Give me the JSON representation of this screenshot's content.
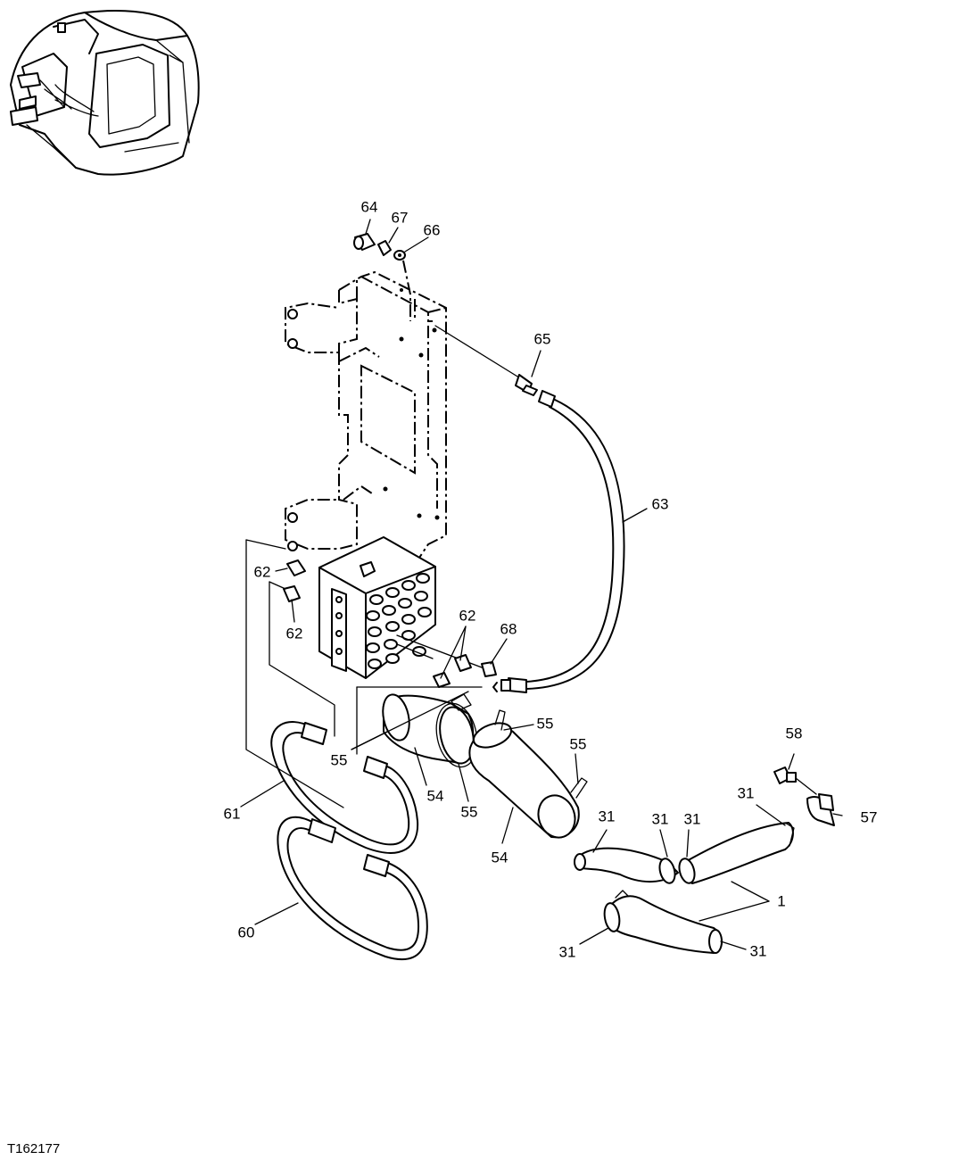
{
  "drawing_code": "T162177",
  "callouts": [
    {
      "id": "c64",
      "text": "64"
    },
    {
      "id": "c67",
      "text": "67"
    },
    {
      "id": "c66",
      "text": "66"
    },
    {
      "id": "c65",
      "text": "65"
    },
    {
      "id": "c63",
      "text": "63"
    },
    {
      "id": "c62a",
      "text": "62"
    },
    {
      "id": "c62b",
      "text": "62"
    },
    {
      "id": "c62c",
      "text": "62"
    },
    {
      "id": "c68",
      "text": "68"
    },
    {
      "id": "c55a",
      "text": "55"
    },
    {
      "id": "c55b",
      "text": "55"
    },
    {
      "id": "c55c",
      "text": "55"
    },
    {
      "id": "c55d",
      "text": "55"
    },
    {
      "id": "c54a",
      "text": "54"
    },
    {
      "id": "c54b",
      "text": "54"
    },
    {
      "id": "c58",
      "text": "58"
    },
    {
      "id": "c57",
      "text": "57"
    },
    {
      "id": "c31a",
      "text": "31"
    },
    {
      "id": "c31b",
      "text": "31"
    },
    {
      "id": "c31c",
      "text": "31"
    },
    {
      "id": "c31d",
      "text": "31"
    },
    {
      "id": "c31e",
      "text": "31"
    },
    {
      "id": "c31f",
      "text": "31"
    },
    {
      "id": "c1",
      "text": "1"
    },
    {
      "id": "c61",
      "text": "61"
    },
    {
      "id": "c60",
      "text": "60"
    }
  ]
}
